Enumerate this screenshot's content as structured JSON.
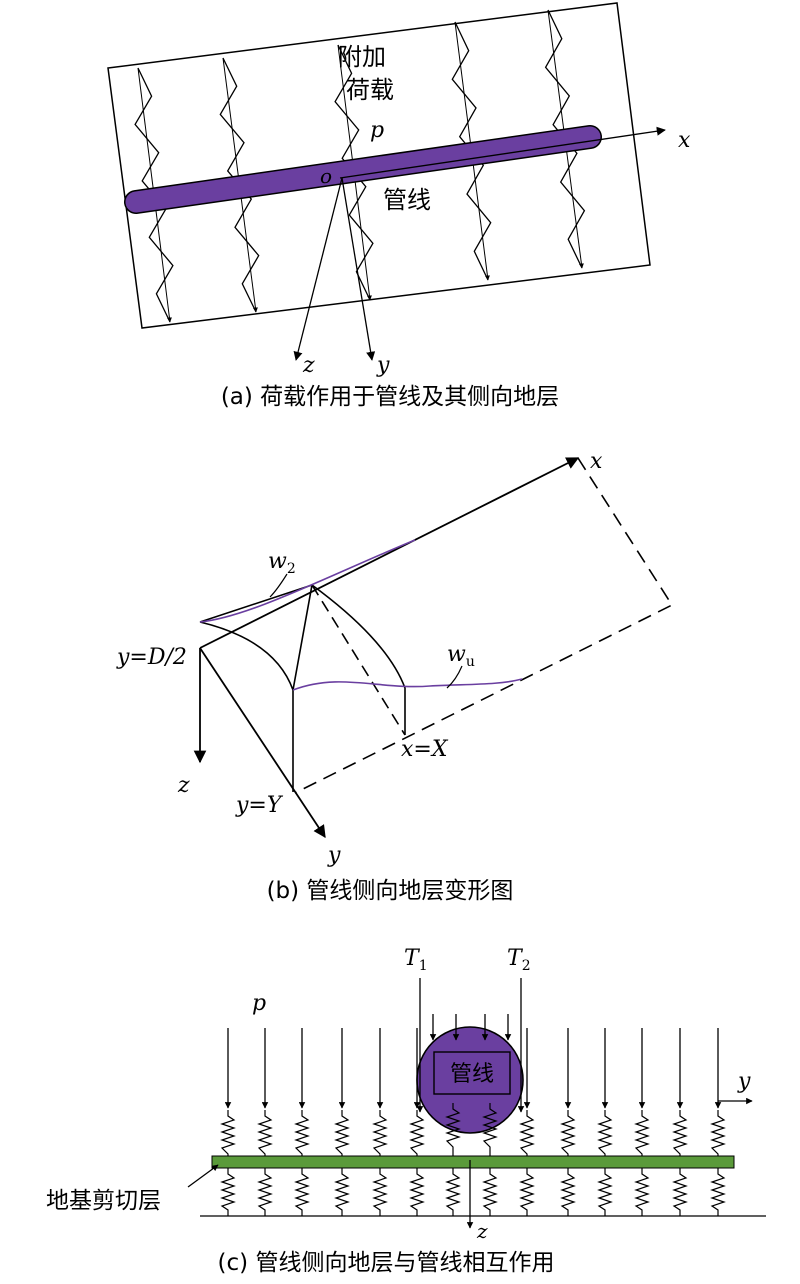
{
  "panel_a": {
    "load_label_1": "附加",
    "load_label_2": "荷载",
    "p": "p",
    "o": "o",
    "pipe": "管线",
    "x": "x",
    "y": "y",
    "z": "z",
    "caption": "(a) 荷载作用于管线及其侧向地层"
  },
  "panel_b": {
    "x": "x",
    "y": "y",
    "z": "z",
    "w2": "w",
    "w2_sub": "2",
    "wu": "w",
    "wu_sub": "u",
    "yD2": "y=D/2",
    "xX": "x=X",
    "yY": "y=Y",
    "caption": "(b) 管线侧向地层变形图"
  },
  "panel_c": {
    "p": "p",
    "T1": "T",
    "T1_sub": "1",
    "T2": "T",
    "T2_sub": "2",
    "pipe": "管线",
    "y": "y",
    "z": "z",
    "shear_layer": "地基剪切层",
    "caption": "(c) 管线侧向地层与管线相互作用"
  },
  "colors": {
    "pipe_fill": "#6a3fa0",
    "shear_layer": "#5a9a3a",
    "deform_curve": "#6a3fa0"
  }
}
